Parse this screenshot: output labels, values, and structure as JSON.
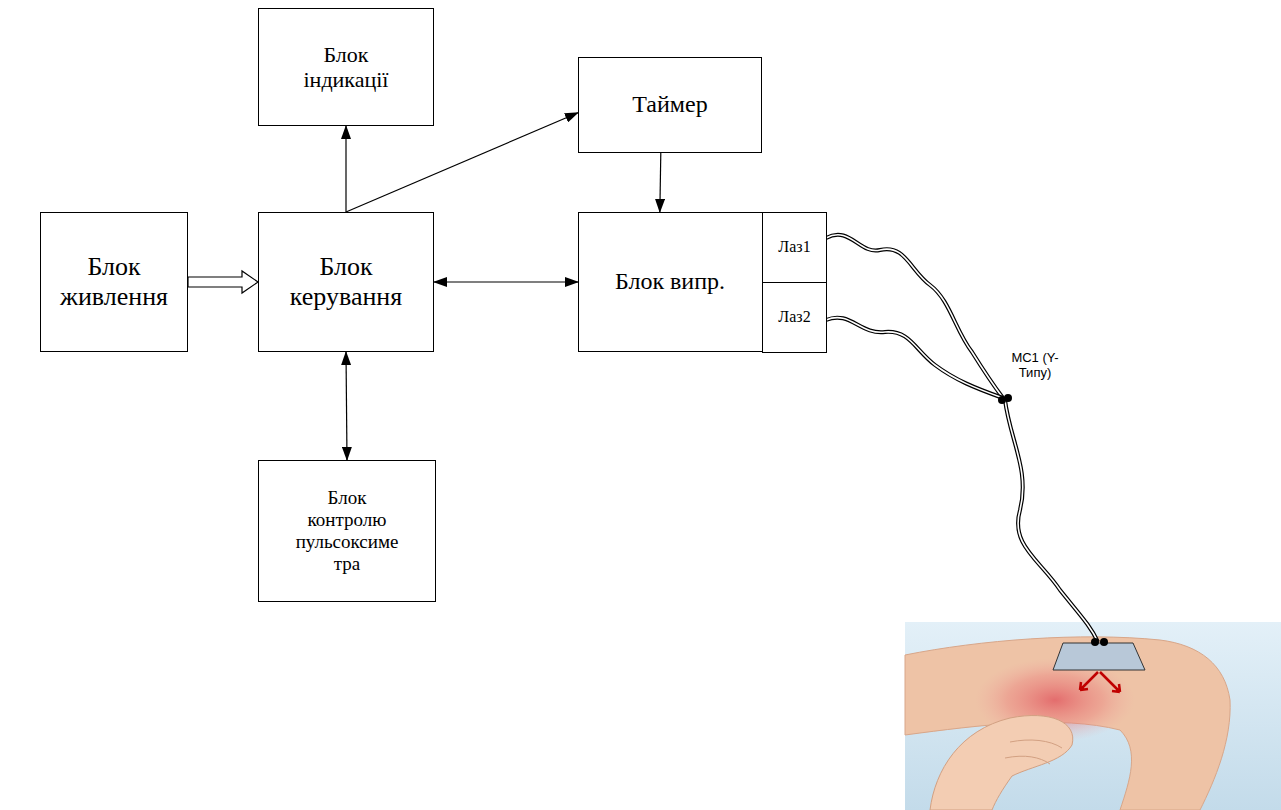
{
  "diagram": {
    "nodes": [
      {
        "text": [
          "Блок живлення"
        ]
      },
      {
        "text": [
          "Блок керування"
        ]
      },
      {
        "text": [
          "Блок індикації"
        ]
      },
      {
        "text": [
          "Таймер"
        ]
      },
      {
        "text": [
          "Блок випр."
        ]
      },
      {
        "text": [
          "Лаз1"
        ],
        "in": 4
      },
      {
        "text": [
          "Лаз2"
        ],
        "in": 4
      },
      {
        "text": [
          "Блок контролю пульсоксиме тра"
        ]
      }
    ],
    "edges": [
      {
        "from": 0,
        "to": 1,
        "arrow": "to"
      },
      {
        "from": 1,
        "to": 2,
        "arrow": "to"
      },
      {
        "from": 1,
        "to": 3,
        "arrow": "to"
      },
      {
        "from": 1,
        "to": 4,
        "arrow": "both"
      },
      {
        "from": 1,
        "to": 7,
        "arrow": "both"
      },
      {
        "from": 3,
        "to": 4,
        "arrow": "to"
      }
    ],
    "labels": [
      "MC1 (Y-Типу)"
    ]
  }
}
